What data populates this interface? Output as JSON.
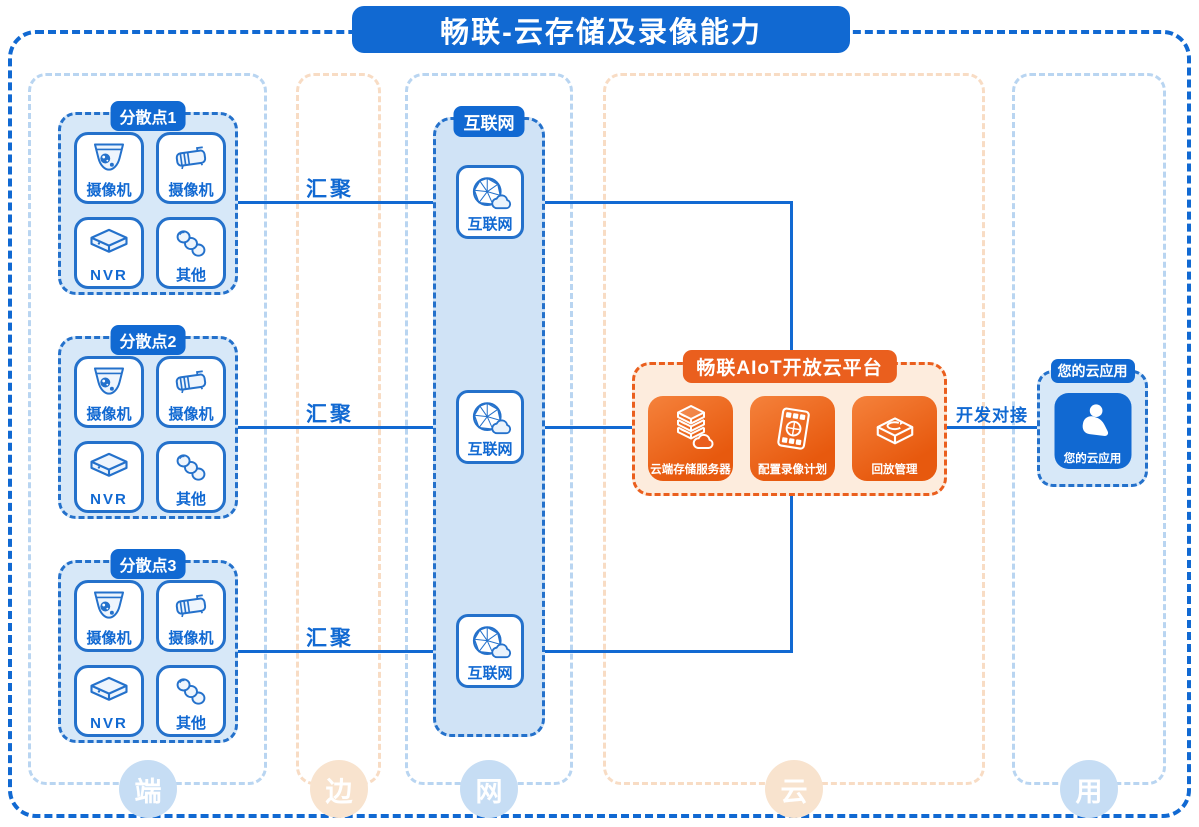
{
  "title": "畅联-云存储及录像能力",
  "colors": {
    "primary_blue": "#1169d2",
    "border_blue": "#2471cb",
    "light_blue_fill": "#d7e8f8",
    "lane_blue_dash": "#b9d5f1",
    "lane_orange_dash": "#f8dcc4",
    "bubble_blue": "#c6ddf4",
    "bubble_orange": "#f8e3ce",
    "orange": "#ea5f1e",
    "platform_fill": "#fdecdd"
  },
  "lanes": [
    {
      "label": "端"
    },
    {
      "label": "边"
    },
    {
      "label": "网"
    },
    {
      "label": "云"
    },
    {
      "label": "用"
    }
  ],
  "sites": [
    {
      "title": "分散点1",
      "devices": [
        {
          "label": "摄像机",
          "icon": "dome-camera-icon"
        },
        {
          "label": "摄像机",
          "icon": "bullet-camera-icon"
        },
        {
          "label": "NVR",
          "icon": "nvr-icon"
        },
        {
          "label": "其他",
          "icon": "other-devices-icon"
        }
      ]
    },
    {
      "title": "分散点2",
      "devices": [
        {
          "label": "摄像机",
          "icon": "dome-camera-icon"
        },
        {
          "label": "摄像机",
          "icon": "bullet-camera-icon"
        },
        {
          "label": "NVR",
          "icon": "nvr-icon"
        },
        {
          "label": "其他",
          "icon": "other-devices-icon"
        }
      ]
    },
    {
      "title": "分散点3",
      "devices": [
        {
          "label": "摄像机",
          "icon": "dome-camera-icon"
        },
        {
          "label": "摄像机",
          "icon": "bullet-camera-icon"
        },
        {
          "label": "NVR",
          "icon": "nvr-icon"
        },
        {
          "label": "其他",
          "icon": "other-devices-icon"
        }
      ]
    }
  ],
  "internet": {
    "header": "互联网",
    "nodes": [
      {
        "label": "互联网",
        "icon": "internet-globe-icon"
      },
      {
        "label": "互联网",
        "icon": "internet-globe-icon"
      },
      {
        "label": "互联网",
        "icon": "internet-globe-icon"
      }
    ]
  },
  "links": {
    "aggregate": "汇聚",
    "develop": "开发对接"
  },
  "platform": {
    "title": "畅联AIoT开放云平台",
    "items": [
      {
        "label": "云端存储服务器",
        "icon": "cloud-storage-server-icon"
      },
      {
        "label": "配置录像计划",
        "icon": "recording-plan-icon"
      },
      {
        "label": "回放管理",
        "icon": "playback-management-icon"
      }
    ]
  },
  "cloud_app": {
    "header": "您的云应用",
    "label": "您的云应用",
    "icon": "user-app-icon"
  }
}
